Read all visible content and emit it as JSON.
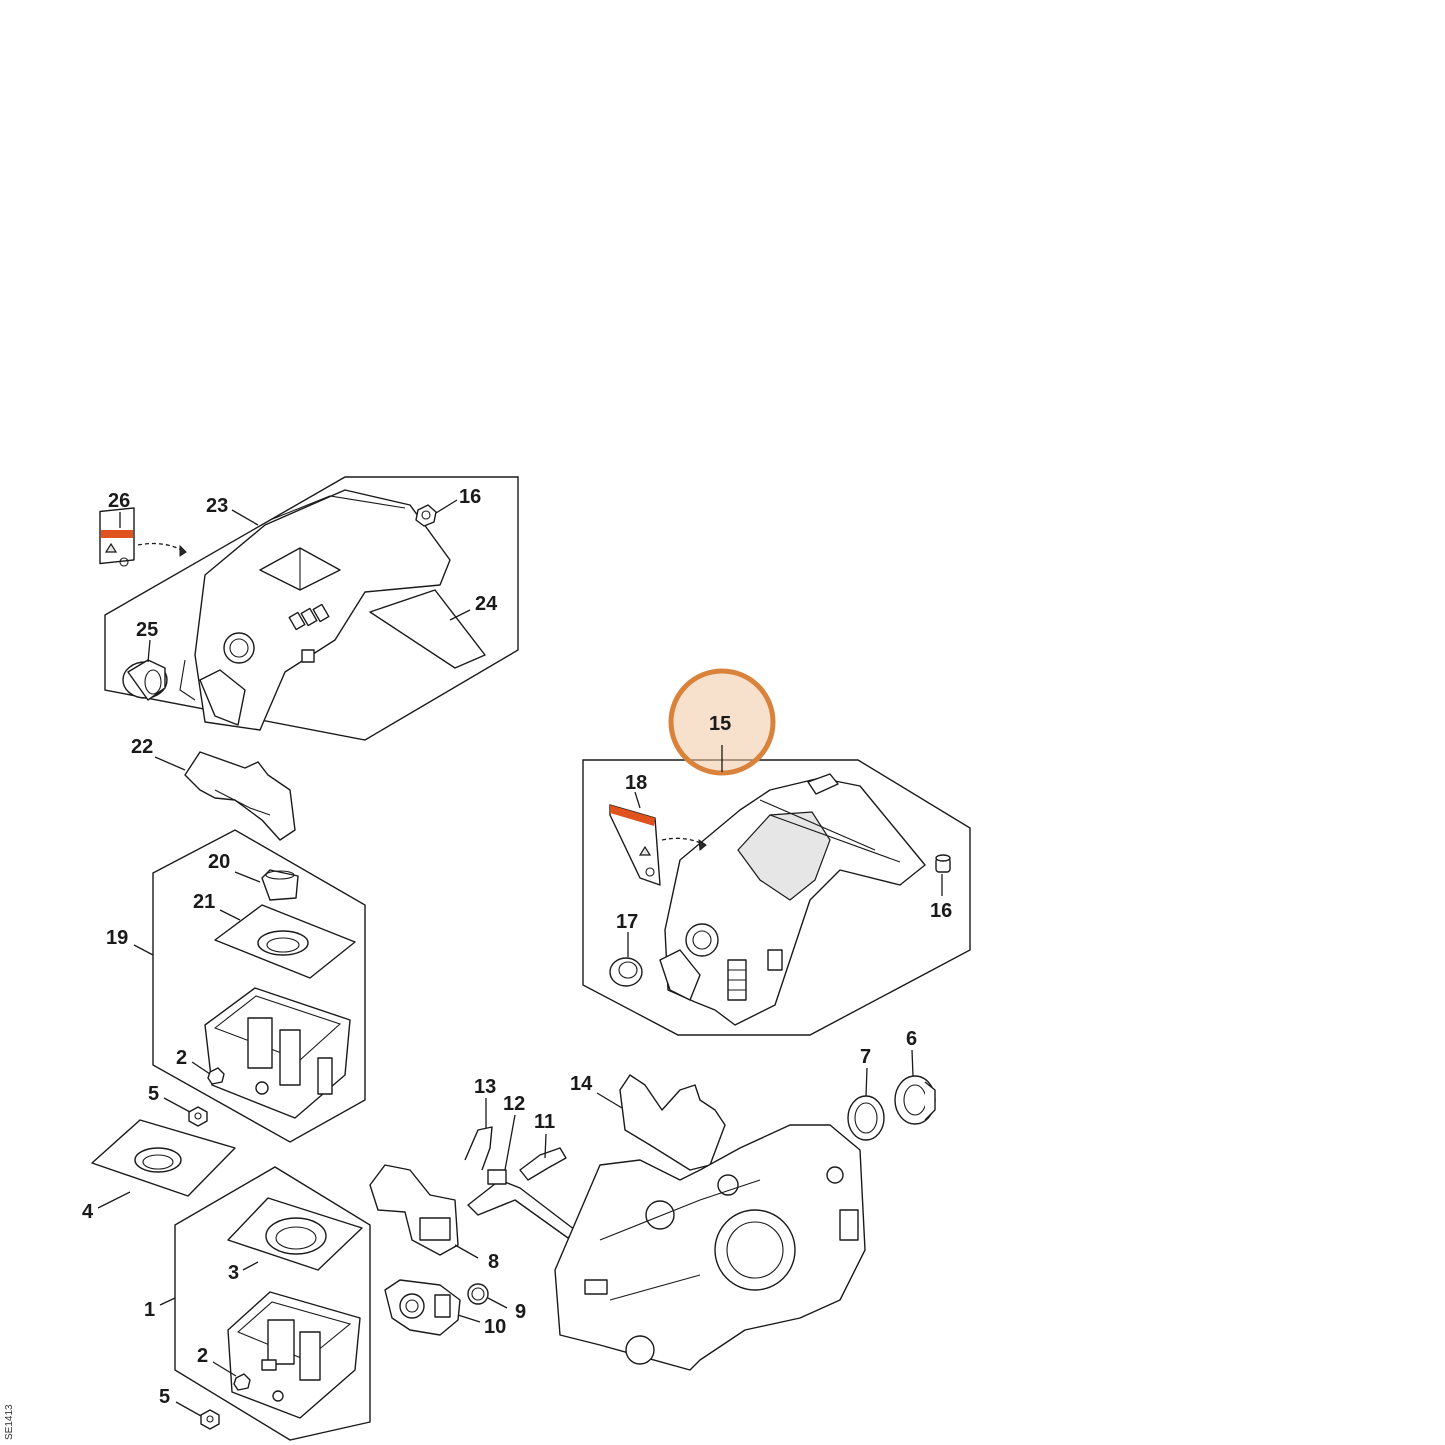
{
  "callouts": {
    "c1": "1",
    "c2a": "2",
    "c2b": "2",
    "c3": "3",
    "c4": "4",
    "c5a": "5",
    "c5b": "5",
    "c6": "6",
    "c7": "7",
    "c8": "8",
    "c9": "9",
    "c10": "10",
    "c11": "11",
    "c12": "12",
    "c13": "13",
    "c14": "14",
    "c15": "15",
    "c16a": "16",
    "c16b": "16",
    "c17": "17",
    "c18": "18",
    "c19": "19",
    "c20": "20",
    "c21": "21",
    "c22": "22",
    "c23": "23",
    "c24": "24",
    "c25": "25",
    "c26": "26"
  },
  "highlight": {
    "part": "15",
    "color": "#d9823b",
    "fill": "#f0c9a4"
  },
  "reference_code": "SE1413"
}
